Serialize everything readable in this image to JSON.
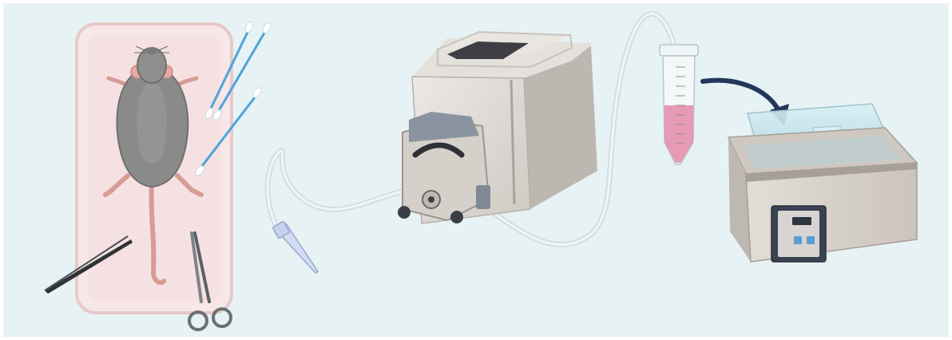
{
  "figure": {
    "panels": [
      {
        "id": "dissection",
        "icons": [
          "dissection-tray-icon",
          "mouse-icon",
          "cotton-swab-icon",
          "tweezers-icon",
          "scissors-icon"
        ]
      },
      {
        "id": "perfusion",
        "icons": [
          "peristaltic-pump-icon",
          "tubing-icon",
          "pipette-tip-icon"
        ]
      },
      {
        "id": "collection",
        "icons": [
          "conical-tube-icon",
          "arrow-icon",
          "water-bath-icon"
        ]
      }
    ],
    "colors": {
      "background": "#e7f2f4",
      "tray": "#f7e7e7",
      "tray_border": "#e8c9c9",
      "mouse": "#8a8a8a",
      "mouse_ear": "#e8a8a8",
      "tail": "#d99b96",
      "pump_body": "#d9d4cf",
      "pump_screen": "#3d3f44",
      "tubing": "#cfdfe2",
      "liquid": "#e48aa8",
      "arrow": "#23375a",
      "bath_body": "#d8d2cc",
      "bath_display": "#3b4252",
      "bath_buttons": "#5a9fd4",
      "swab_stick": "#4fa3d8"
    }
  }
}
